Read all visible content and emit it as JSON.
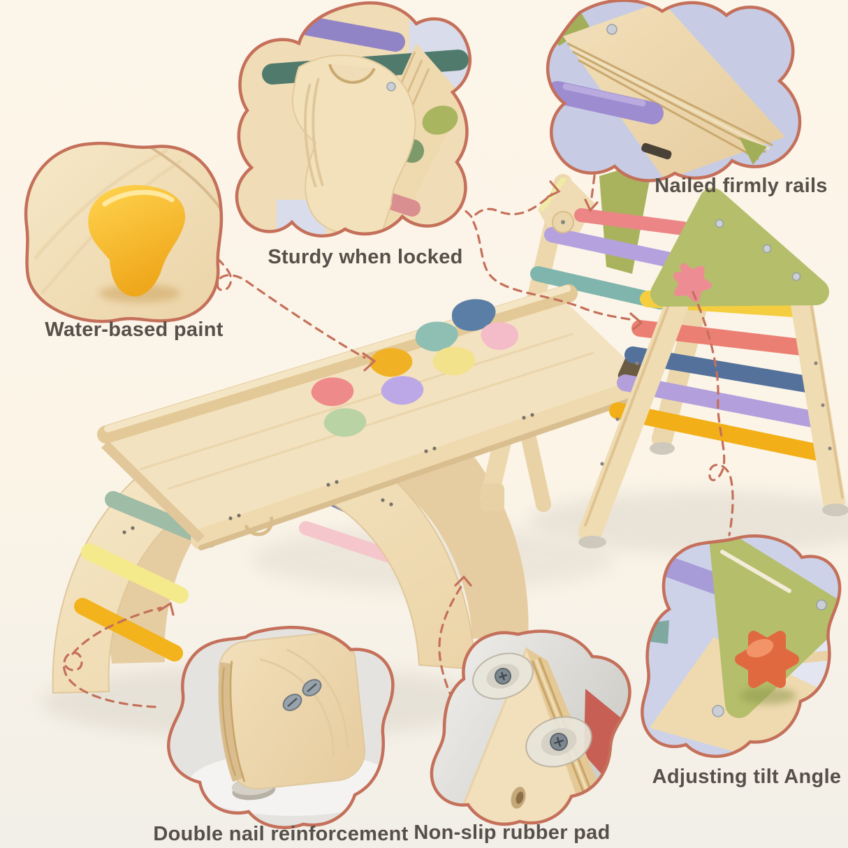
{
  "style": {
    "accent": "#C4705A",
    "label_color": "#57504A",
    "background": "#FBF4E8",
    "lavender_bg": "#C7CCE4",
    "gray_bg": "#DCDCD8",
    "wood_light": "#F3E2BF",
    "wood_mid": "#EAD2A4",
    "wood_dark": "#D9BC8A",
    "panel_green": "#B5BE6A",
    "knob_orange": "#E0693F",
    "star_pink": "#EE8C94"
  },
  "callouts": [
    {
      "id": "water-based-paint",
      "label": "Water-based paint"
    },
    {
      "id": "sturdy-when-locked",
      "label": "Sturdy when locked"
    },
    {
      "id": "nailed-firmly-rails",
      "label": "Nailed firmly rails"
    },
    {
      "id": "adjusting-tilt-angle",
      "label": "Adjusting tilt Angle"
    },
    {
      "id": "non-slip-rubber-pad",
      "label": "Non-slip rubber pad"
    },
    {
      "id": "double-nail-reinforcement",
      "label": "Double nail reinforcement"
    }
  ],
  "product": {
    "arch_rungs": [
      "#F2B31C",
      "#F4E98B",
      "#9FBCA6",
      "#F4BDC6",
      "#F4CE3F",
      "#96BBAD"
    ],
    "arch_back_rungs": [
      "#7D88AA",
      "#F5C6CB"
    ],
    "triangle_rungs": [
      "#F4CE3F",
      "#EC7F74",
      "#54719B",
      "#B29FDC",
      "#F2AF17"
    ],
    "triangle_back_rungs": [
      "#EC8585",
      "#B4A1DE",
      "#7FB5AC"
    ],
    "holds": [
      "#5B7EA6",
      "#8FBFB3",
      "#F4BBC9",
      "#F0B125",
      "#F2E28C",
      "#EF8A8A",
      "#BCA8E6",
      "#B9D3A4"
    ],
    "bubble2_rod_green": "#7C9A6A",
    "bubble3_rail_purple": "#9E8CD0",
    "bubble5_rail_red": "#C75F55"
  }
}
